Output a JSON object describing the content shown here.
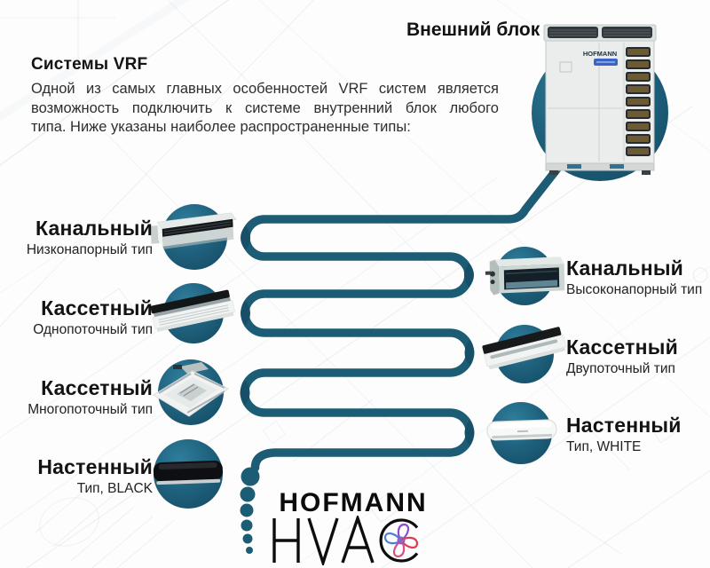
{
  "header": {
    "title": "Системы VRF",
    "paragraph_lines": [
      "Одной из самых главных особенностей VRF систем является",
      "возможность подключить к системе внутренний блок любого",
      "типа. Ниже указаны наиболее распространенные типы:"
    ]
  },
  "outdoor": {
    "label": "Внешний блок",
    "unit_brand": "HOFMANN",
    "icon": "outdoor-vrf-unit-photo"
  },
  "units_left": [
    {
      "title": "Канальный",
      "subtitle": "Низконапорный тип",
      "icon": "duct-unit-low-pressure"
    },
    {
      "title": "Кассетный",
      "subtitle": "Однопоточный тип",
      "icon": "cassette-one-way"
    },
    {
      "title": "Кассетный",
      "subtitle": "Многопоточный тип",
      "icon": "cassette-multi-way"
    },
    {
      "title": "Настенный",
      "subtitle": "Тип, BLACK",
      "icon": "wall-unit-black"
    }
  ],
  "units_right": [
    {
      "title": "Канальный",
      "subtitle": "Высоконапорный тип",
      "icon": "duct-unit-high-pressure"
    },
    {
      "title": "Кассетный",
      "subtitle": "Двупоточный тип",
      "icon": "cassette-two-way"
    },
    {
      "title": "Настенный",
      "subtitle": "Тип, WHITE",
      "icon": "wall-unit-white"
    }
  ],
  "logo": {
    "brand": "HOFMANN",
    "division": "HVAC",
    "fan_icon": "fan-icon"
  },
  "colors": {
    "pipe_teal": "#1c5c74",
    "circle_teal": "#1d6078",
    "text_dark": "#161616",
    "fan_blue": "#4d7fd6",
    "fan_purple": "#8a4fc8",
    "fan_red": "#e03a52",
    "fan_pink": "#d84f8a"
  }
}
